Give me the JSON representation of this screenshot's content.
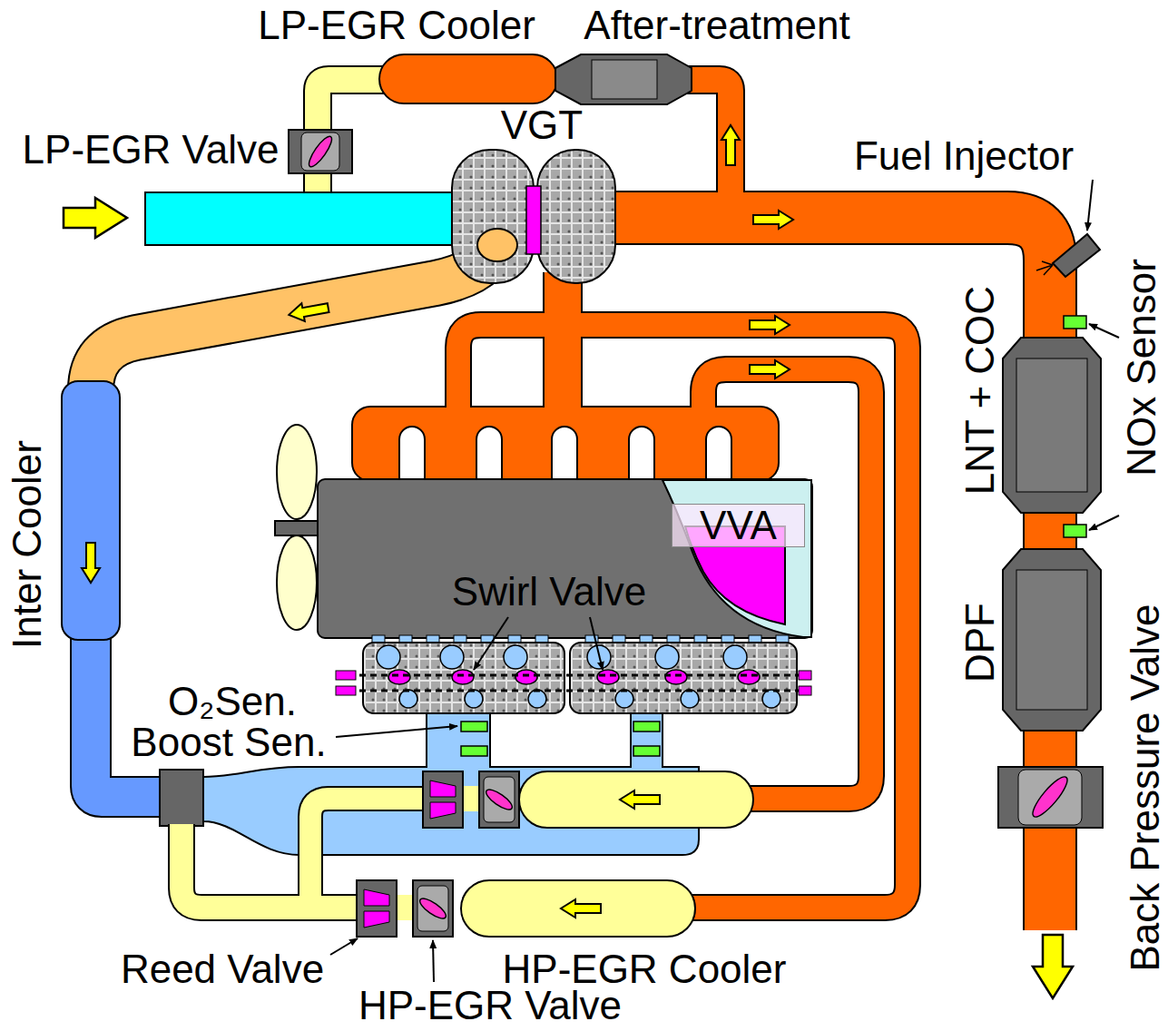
{
  "diagram": {
    "nodes": [
      {
        "text": [
          "VVA"
        ]
      }
    ],
    "labels": [
      "LP-EGR Cooler",
      "After-treatment",
      "VGT",
      "LP-EGR Valve",
      "Fuel Injector",
      "NOx Sensor",
      "LNT + COC",
      "Inter Cooler",
      "Swirl Valve",
      "DPF",
      "O₂Sen.",
      "Boost Sen.",
      "Back Pressure Valve",
      "Reed Valve",
      "HP-EGR Cooler",
      "HP-EGR Valve"
    ]
  }
}
